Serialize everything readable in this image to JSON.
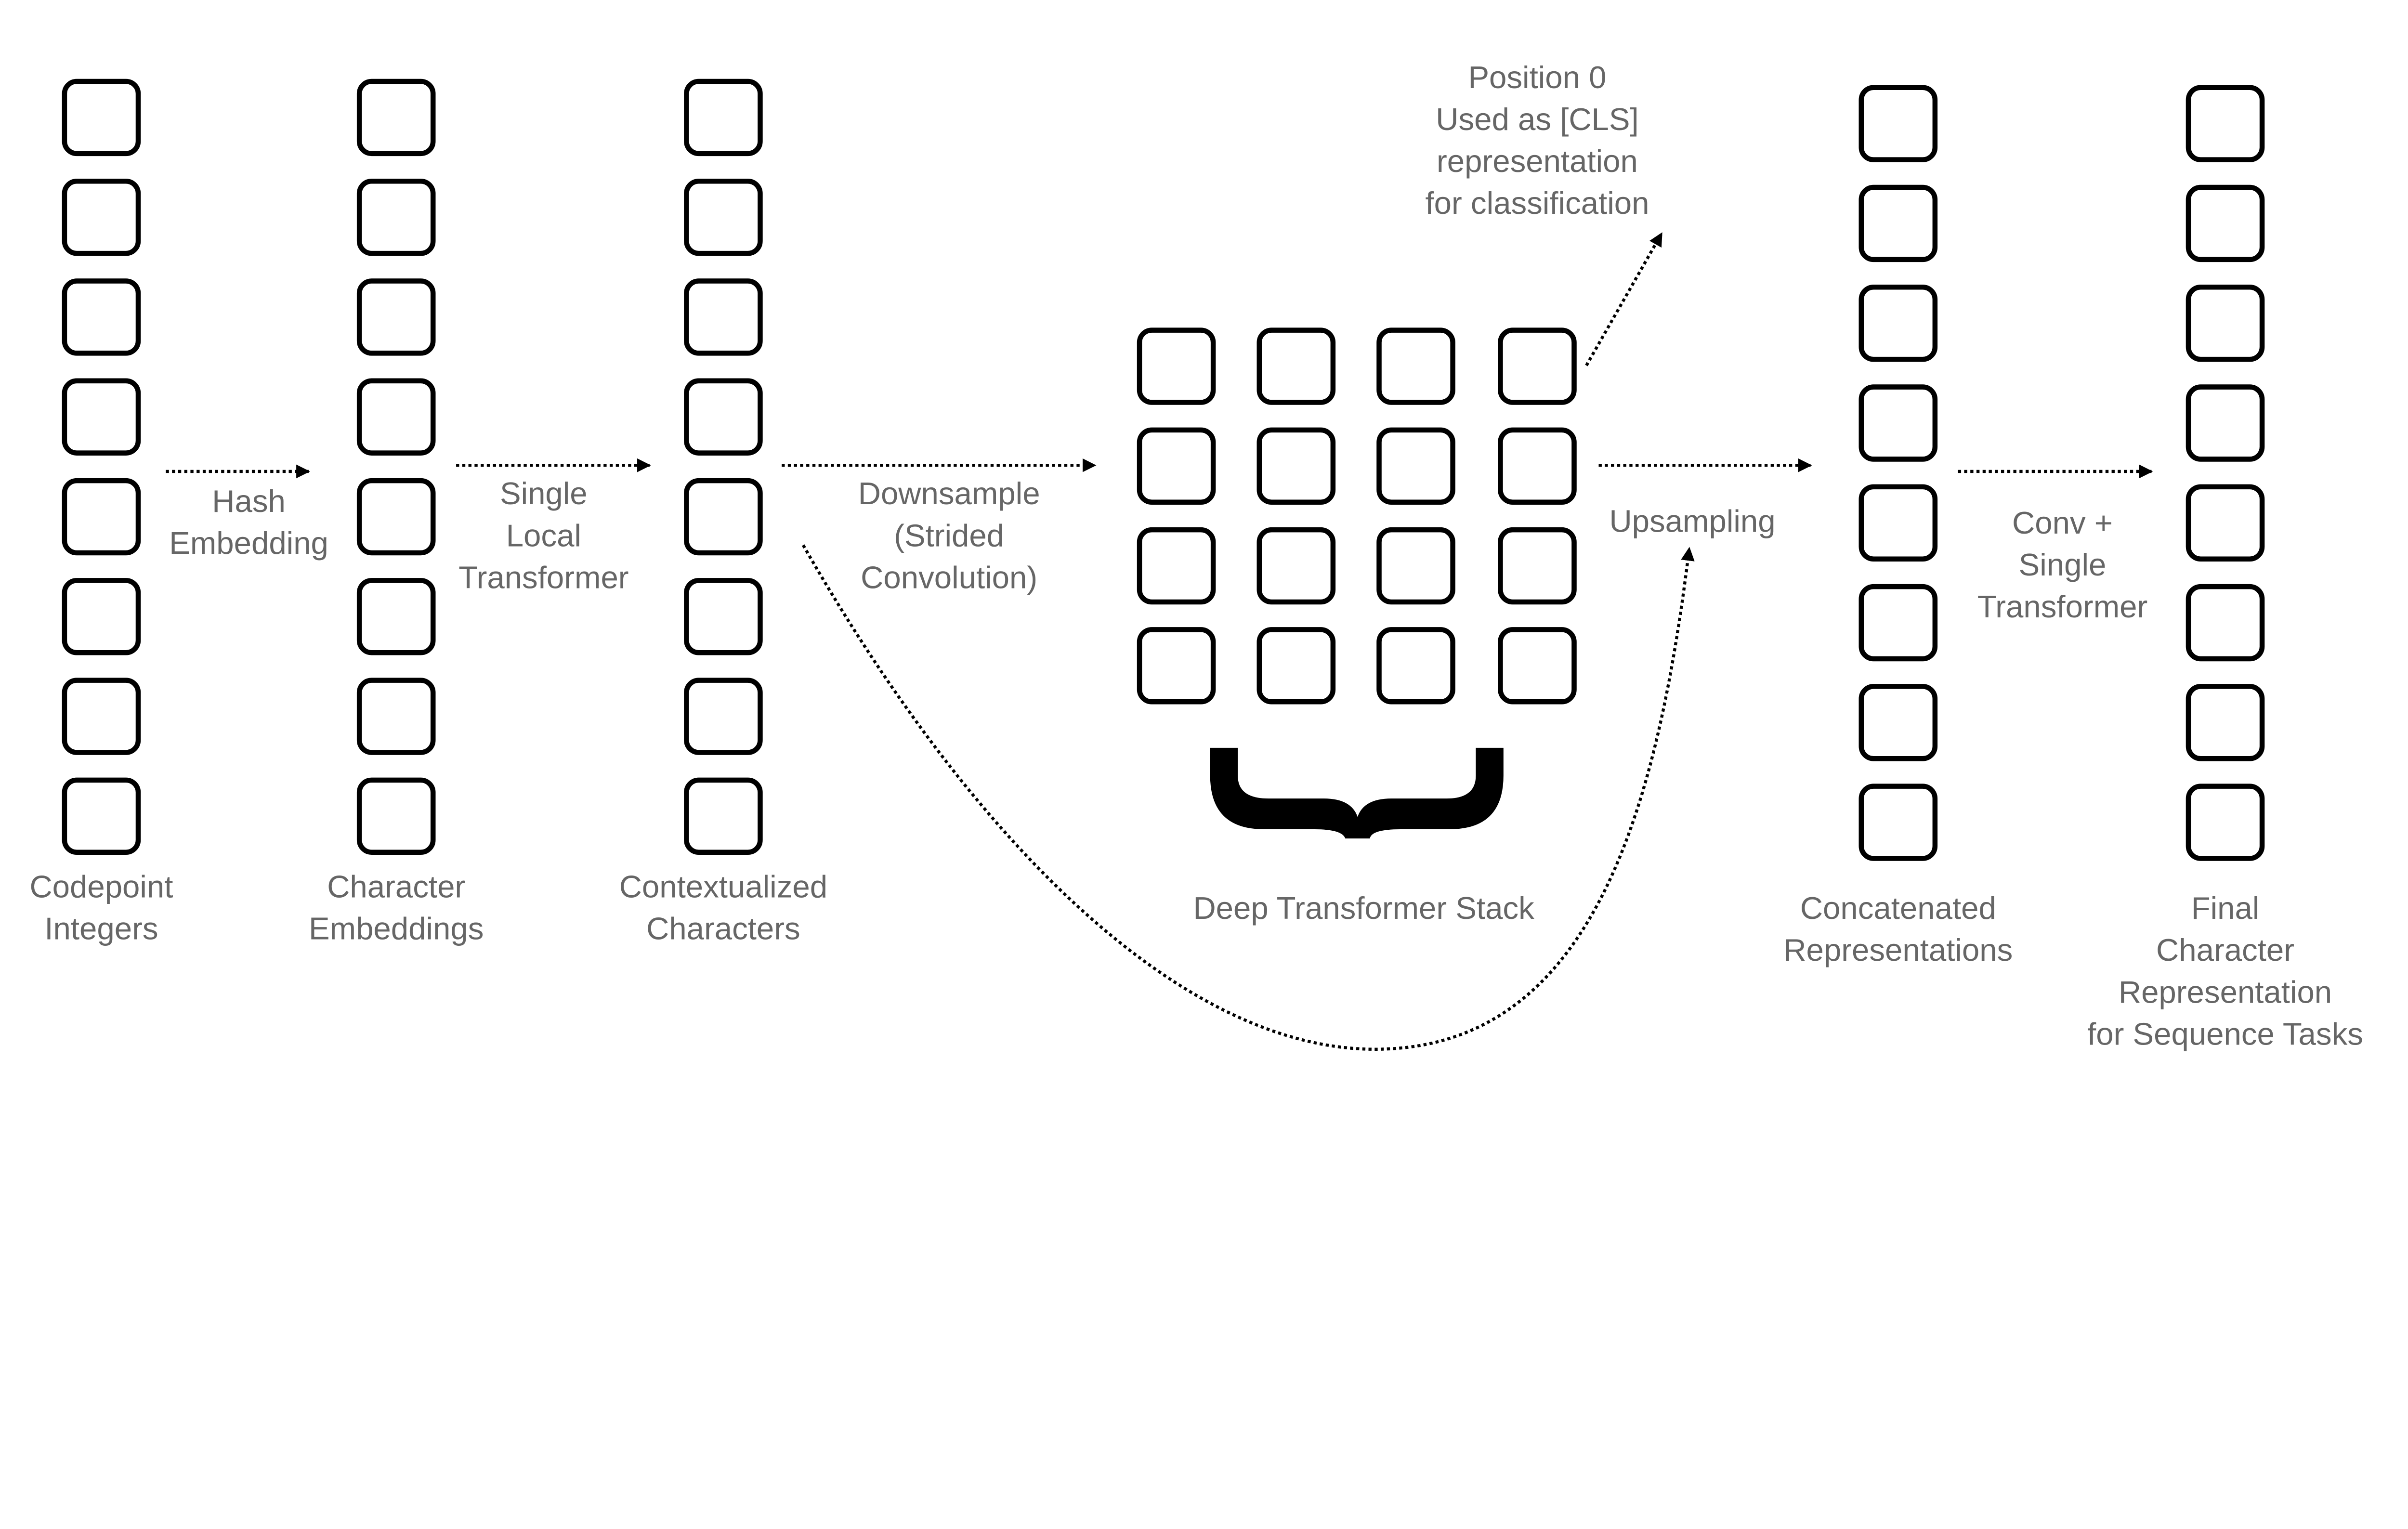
{
  "diagram": {
    "colors": {
      "text": "#666666",
      "stroke": "#000000",
      "background": "#ffffff"
    },
    "columns": [
      {
        "id": "codepoint",
        "cells": 8,
        "label": [
          "Codepoint",
          "Integers"
        ]
      },
      {
        "id": "char-emb",
        "cells": 8,
        "label": [
          "Character",
          "Embeddings"
        ]
      },
      {
        "id": "contextual",
        "cells": 8,
        "label": [
          "Contextualized",
          "Characters"
        ]
      },
      {
        "id": "concat",
        "cells": 8,
        "label": [
          "Concatenated",
          "Representations"
        ]
      },
      {
        "id": "final",
        "cells": 8,
        "label": [
          "Final",
          "Character",
          "Representation",
          "for Sequence Tasks"
        ]
      }
    ],
    "grid": {
      "rows": 4,
      "cols": 4,
      "label": [
        "Deep Transformer Stack"
      ]
    },
    "edges": [
      {
        "id": "hash",
        "label": [
          "Hash",
          "Embedding"
        ]
      },
      {
        "id": "local",
        "label": [
          "Single",
          "Local",
          "Transformer"
        ]
      },
      {
        "id": "downsample",
        "label": [
          "Downsample",
          "(Strided",
          "Convolution)"
        ]
      },
      {
        "id": "upsample",
        "label": [
          "Upsampling"
        ]
      },
      {
        "id": "conv",
        "label": [
          "Conv +",
          "Single",
          "Transformer"
        ]
      },
      {
        "id": "cls",
        "label": [
          "Position 0",
          "Used as [CLS]",
          "representation",
          "for classification"
        ]
      },
      {
        "id": "skip",
        "label": []
      }
    ]
  }
}
